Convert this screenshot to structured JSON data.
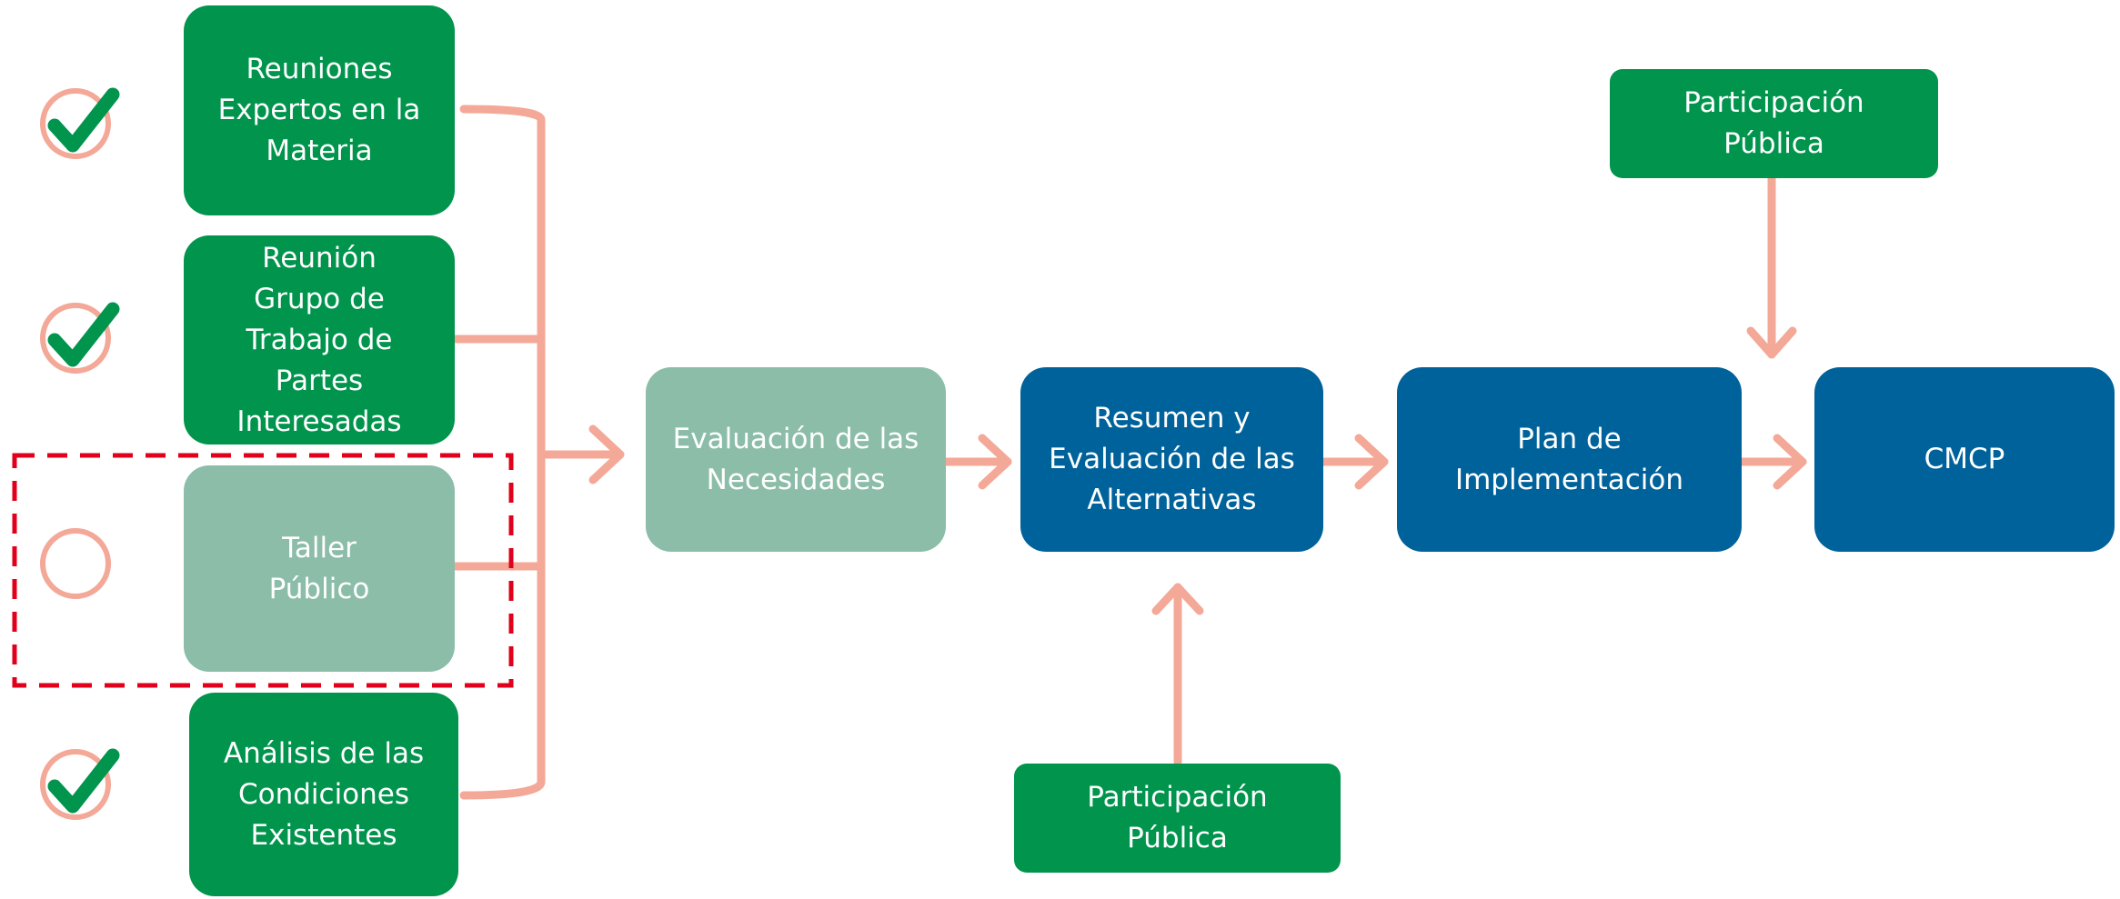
{
  "colors": {
    "green": "#00944D",
    "light_green": "#8BBDA8",
    "blue": "#00629B",
    "connector": "#F4A897",
    "check": "#00944D",
    "highlight_border": "#E0001B"
  },
  "icons": {
    "status_done": "checkmark-circle-icon",
    "status_pending": "empty-circle-icon"
  },
  "inputs": [
    {
      "label": "Reuniones\nExpertos en la\nMateria",
      "status": "done"
    },
    {
      "label": "Reunión\nGrupo de\nTrabajo de\nPartes\nInteresadas",
      "status": "done"
    },
    {
      "label": "Taller\nPúblico",
      "status": "pending"
    },
    {
      "label": "Análisis de las\nCondiciones\nExistentes",
      "status": "done"
    }
  ],
  "flow": [
    {
      "label": "Evaluación de las\nNecesidades"
    },
    {
      "label": "Resumen y\nEvaluación de  las\nAlternativas"
    },
    {
      "label": "Plan de\nImplementación"
    },
    {
      "label": "CMCP"
    }
  ],
  "participation": {
    "top": {
      "label": "Participación\nPública"
    },
    "bottom": {
      "label": "Participación\nPública"
    }
  }
}
